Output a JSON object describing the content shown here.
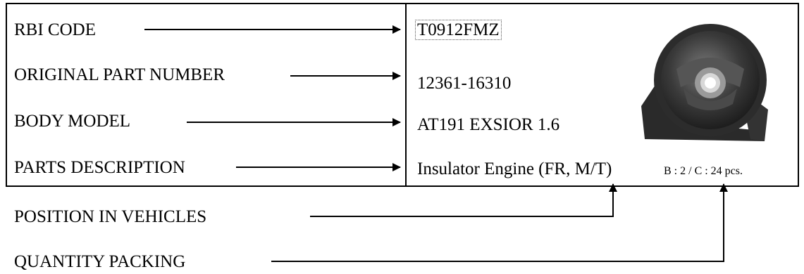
{
  "labels": {
    "rbi_code": "RBI CODE",
    "original_part_number": "ORIGINAL PART NUMBER",
    "body_model": "BODY MODEL",
    "parts_description": "PARTS DESCRIPTION"
  },
  "values": {
    "rbi_code": "T0912FMZ",
    "original_part_number": "12361-16310",
    "body_model": "AT191 EXSIOR 1.6",
    "parts_description": "Insulator Engine (FR, M/T)",
    "quantity_packing": "B : 2 / C : 24 pcs."
  },
  "bottom_labels": {
    "position_in_vehicles": "POSITION IN VEHICLES",
    "quantity_packing": "QUANTITY PACKING"
  },
  "icons": {
    "part_photo": "engine-mount-photo-icon",
    "arrow": "arrow-right-icon"
  }
}
